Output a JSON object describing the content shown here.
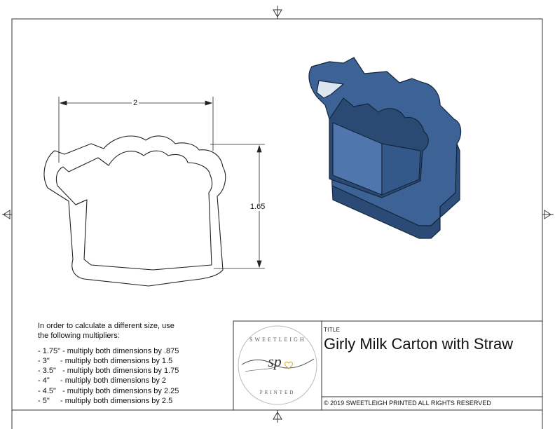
{
  "dimensions": {
    "width_label": "2",
    "height_label": "1.65"
  },
  "instructions": {
    "intro_line1": "In order to calculate a different size, use",
    "intro_line2": "the following multipliers:",
    "rows": [
      "- 1.75\" - multiply both dimensions by .875",
      "- 3\"     - multiply both dimensions by 1.5",
      "- 3.5\"   - multiply both dimensions by 1.75",
      "- 4\"     - multiply both dimensions by 2",
      "- 4.5\"   - multiply both dimensions by 2.25",
      "- 5\"     - multiply both dimensions by 2.5"
    ]
  },
  "title_block": {
    "caption": "TITLE",
    "title": "Girly Milk Carton with Straw",
    "copyright": "© 2019  SWEETLEIGH PRINTED  ALL RIGHTS RESERVED",
    "logo_top_text": "SWEETLEIGH",
    "logo_bottom_text": "PRINTED",
    "logo_monogram": "sp"
  },
  "colors": {
    "model_fill": "#3b5f8f",
    "model_dark": "#1e3553",
    "line": "#222222"
  }
}
